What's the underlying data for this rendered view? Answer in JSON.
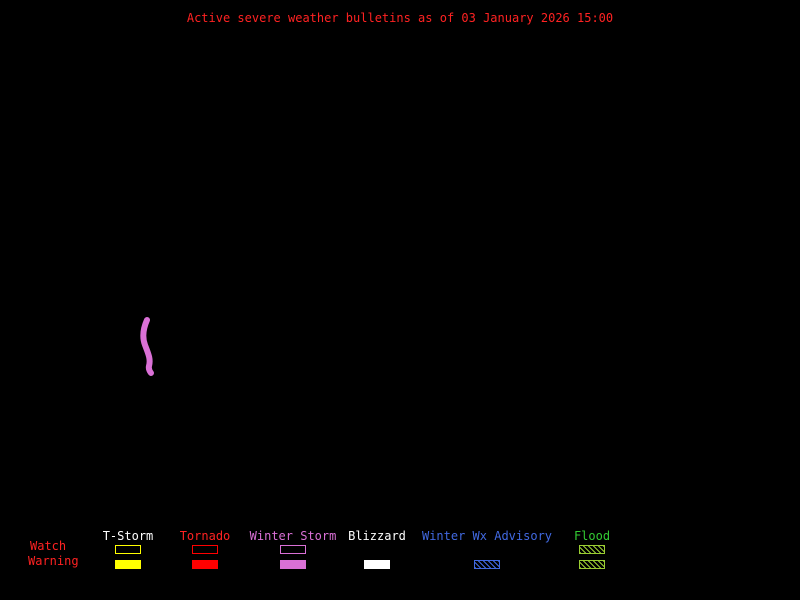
{
  "title": {
    "text": "Active severe weather bulletins as of 03 January 2026 15:00",
    "color": "#ff2222"
  },
  "map": {
    "warning_area": {
      "type": "winter-storm-warning",
      "color": "#da70d6"
    }
  },
  "legend": {
    "watch_label": "Watch",
    "warning_label": "Warning",
    "row_label_color": "#ff2222",
    "columns": [
      {
        "label": "T-Storm",
        "label_color": "#ffffff",
        "box_color": "#ffff00",
        "watch": "outline",
        "warning": "fill"
      },
      {
        "label": "Tornado",
        "label_color": "#ff2222",
        "box_color": "#ff0000",
        "watch": "outline",
        "warning": "fill"
      },
      {
        "label": "Winter Storm",
        "label_color": "#da70d6",
        "box_color": "#da70d6",
        "watch": "outline",
        "warning": "fill"
      },
      {
        "label": "Blizzard",
        "label_color": "#ffffff",
        "box_color": "#ffffff",
        "watch": "none",
        "warning": "fill"
      },
      {
        "label": "Winter Wx Advisory",
        "label_color": "#4169e1",
        "box_color": "#4169e1",
        "watch": "none",
        "warning": "hatch"
      },
      {
        "label": "Flood",
        "label_color": "#33cc33",
        "box_color": "#9acd32",
        "watch": "hatch",
        "warning": "hatch"
      }
    ]
  }
}
